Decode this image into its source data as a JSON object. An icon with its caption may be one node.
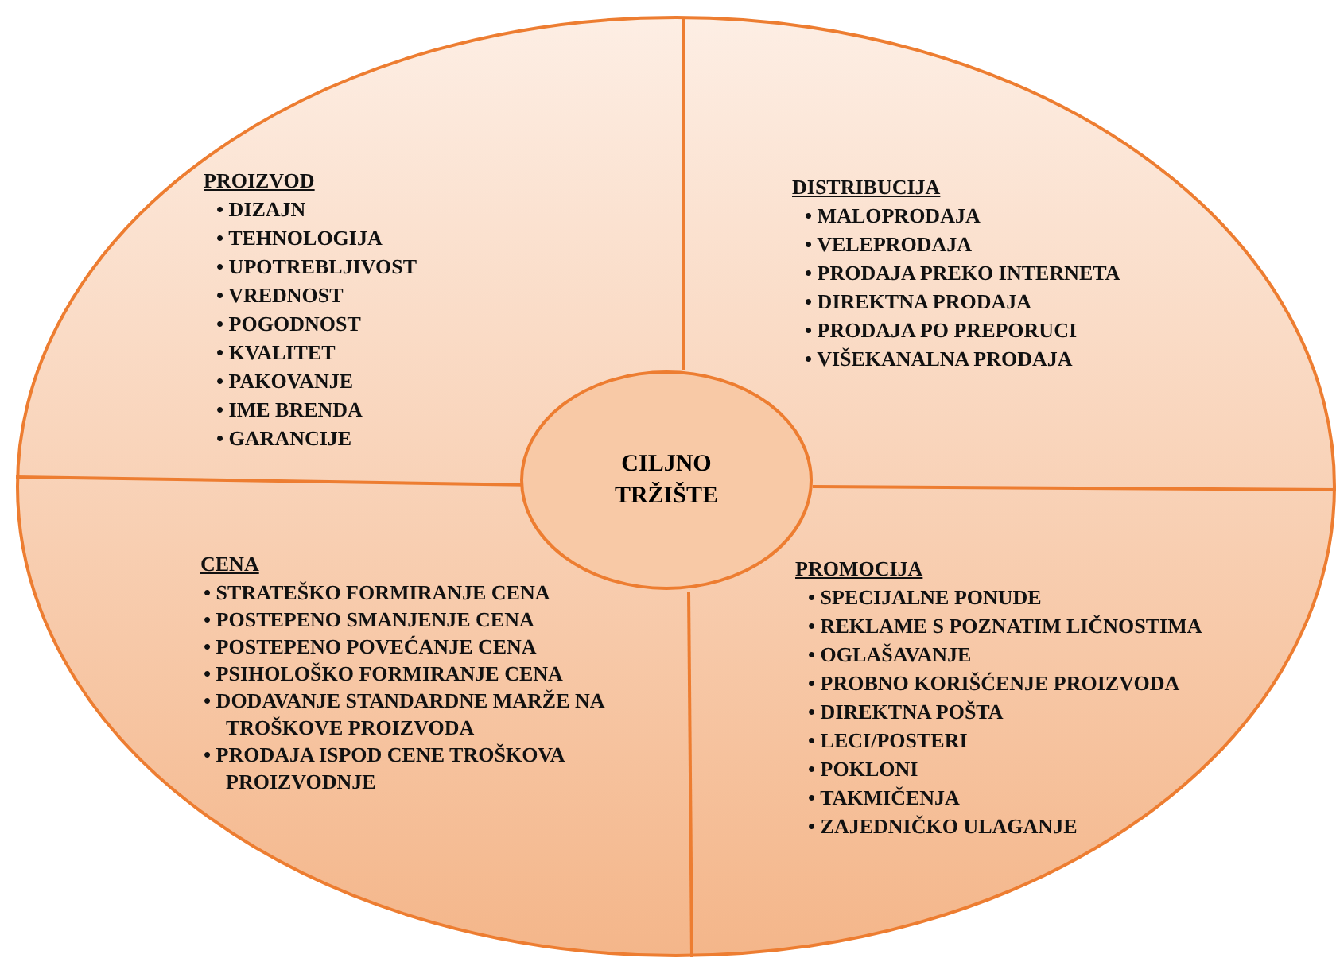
{
  "diagram": {
    "nodes": [
      {
        "text": [],
        "shape": "ellipse"
      },
      {
        "text": [
          "PROIZVOD",
          "• DIZAJN",
          "• TEHNOLOGIJA",
          "• UPOTREBLJIVOST",
          "• VREDNOST",
          "• POGODNOST",
          "• KVALITET",
          "• PAKOVANJE",
          "• IME BRENDA",
          "• GARANCIJE"
        ],
        "in": 0
      },
      {
        "text": [
          "DISTRIBUCIJA",
          "• MALOPRODAJA",
          "• VELEPRODAJA",
          "• PRODAJA PREKO INTERNETA",
          "• DIREKTNA PRODAJA",
          "• PRODAJA PO PREPORUCI",
          "• VIŠEKANALNA PRODAJA"
        ],
        "in": 0
      },
      {
        "text": [
          "CENA",
          "• STRATEŠKO FORMIRANJE CENA",
          "• POSTEPENO SMANJENJE CENA",
          "• POSTEPENO POVEĆANJE CENA",
          "• PSIHOLOŠKO FORMIRANJE CENA",
          "• DODAVANJE STANDARDNE MARŽE NA TROŠKOVE PROIZVODA",
          "• PRODAJA ISPOD CENE TROŠKOVA PROIZVODNJE"
        ],
        "in": 0
      },
      {
        "text": [
          "PROMOCIJA",
          "• SPECIJALNE PONUDE",
          "• REKLAME S POZNATIM LIČNOSTIMA",
          "• OGLAŠAVANJE",
          "• PROBNO KORIŠĆENJE PROIZVODA",
          "• DIREKTNA POŠTA",
          "• LECI/POSTERI",
          "• POKLONI",
          "• TAKMIČENJA",
          "• ZAJEDNIČKO ULAGANJE"
        ],
        "in": 0
      },
      {
        "text": [
          "CILJNO TRŽIŠTE"
        ],
        "in": 0
      }
    ]
  }
}
